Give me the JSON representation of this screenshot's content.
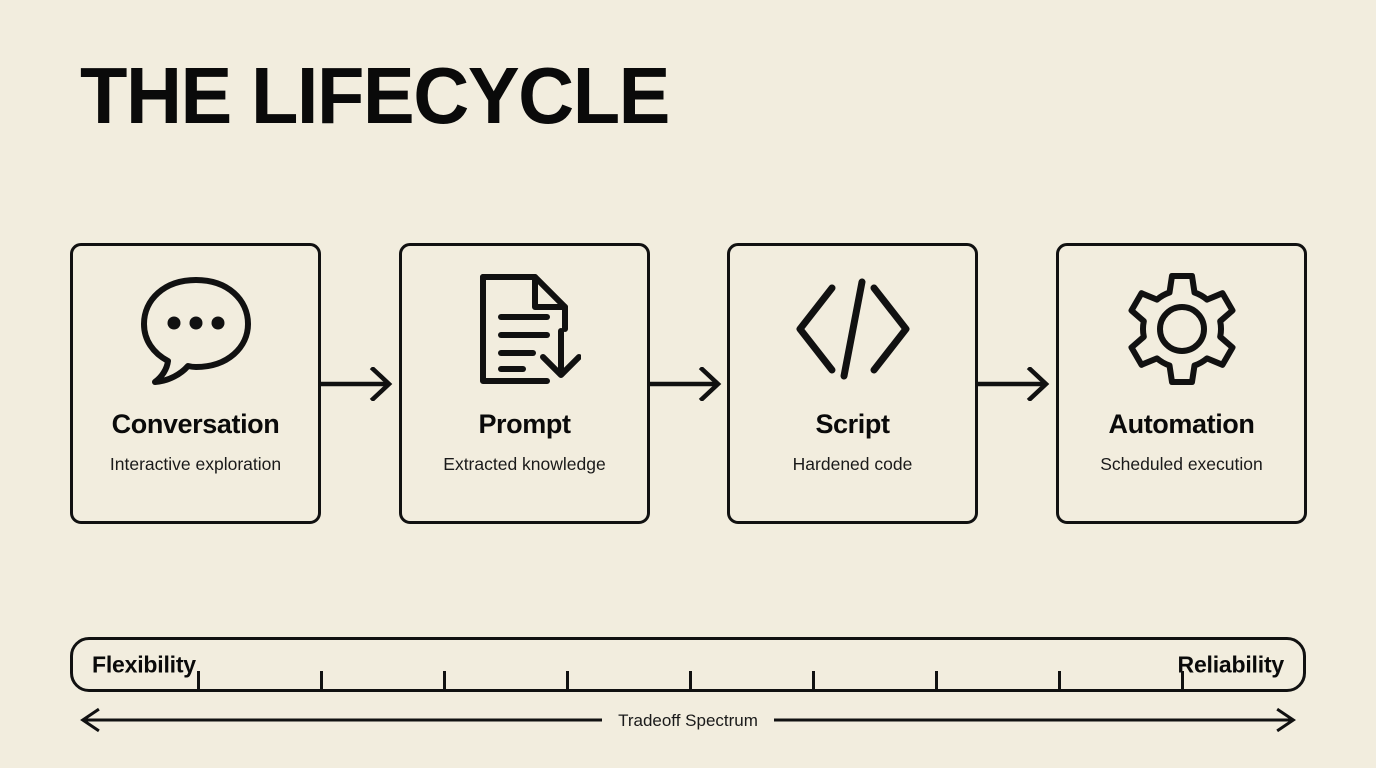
{
  "title": "THE LIFECYCLE",
  "theme": {
    "background": "#F2EDDE",
    "ink": "#111111",
    "card_fill": "#F2EDDE"
  },
  "stages": [
    {
      "icon": "speech-bubble-dots-icon",
      "title": "Conversation",
      "subtitle": "Interactive exploration"
    },
    {
      "icon": "document-download-icon",
      "title": "Prompt",
      "subtitle": "Extracted knowledge"
    },
    {
      "icon": "code-brackets-icon",
      "title": "Script",
      "subtitle": "Hardened code"
    },
    {
      "icon": "gear-icon",
      "title": "Automation",
      "subtitle": "Scheduled execution"
    }
  ],
  "connectors": [
    {
      "icon": "arrow-right-icon"
    },
    {
      "icon": "arrow-right-icon"
    },
    {
      "icon": "arrow-right-icon"
    }
  ],
  "spectrum": {
    "left_label": "Flexibility",
    "right_label": "Reliability",
    "axis_label": "Tradeoff Spectrum",
    "tick_count": 9,
    "left_arrow_icon": "arrow-left-icon",
    "right_arrow_icon": "arrow-right-icon"
  }
}
